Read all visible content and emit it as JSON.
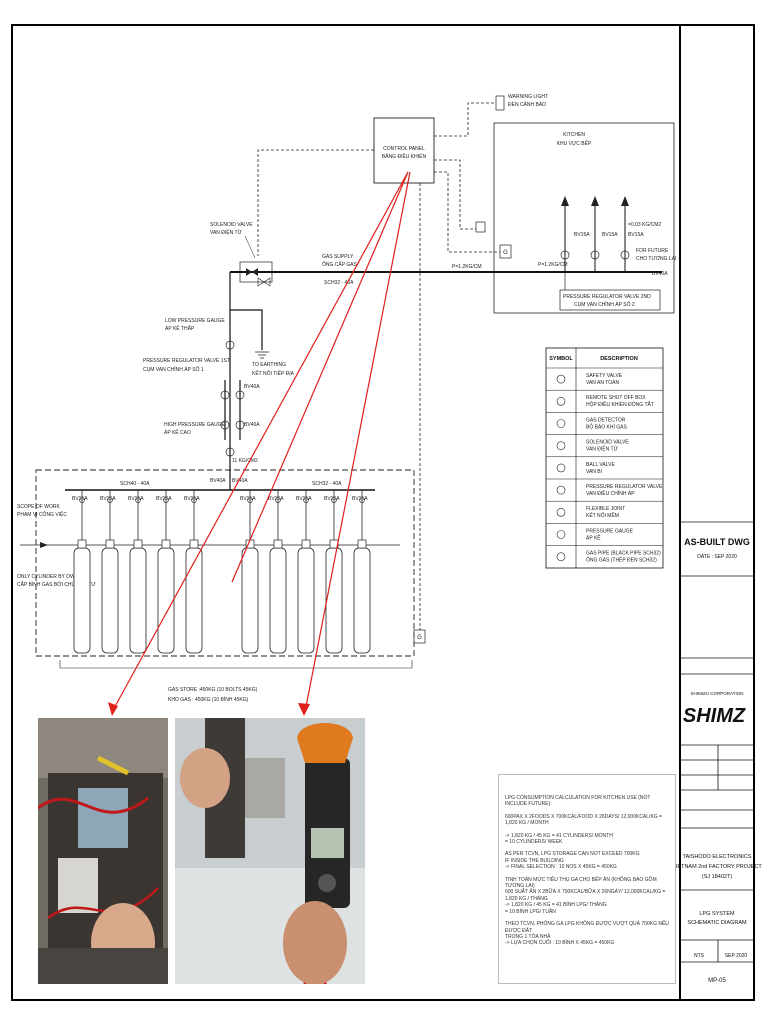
{
  "title_block": {
    "as_built": "AS-BUILT DWG",
    "date": "DATE : SEP 2020",
    "company_top": "SHIMIZU CORPORATION",
    "logo": "SHIMZ",
    "project_line1": "TAISHODO ELECTRONICS",
    "project_line2": "VIETNAM 2nd FACTORY PROJECT",
    "project_line3": "(SJ 18402T)",
    "drawing_title1": "LPG SYSTEM",
    "drawing_title2": "SCHEMATIC DIAGRAM",
    "scale": "NTS",
    "drawing_date": "SEP 2020",
    "drawing_no": "MP-05"
  },
  "labels": {
    "warning_light": "WARNING LIGHT",
    "warning_light_vn": "ĐÈN CẢNH BÁO",
    "control_panel": "CONTROL PANEL",
    "control_panel_vn": "BẢNG ĐIỀU KHIỂN",
    "kitchen": "KITCHEN",
    "kitchen_vn": "KHU VỰC BẾP",
    "solenoid_valve": "SOLENOID VALVE",
    "solenoid_valve_vn": "VAN ĐIỆN TỪ",
    "gas_supply": "GAS SUPPLY",
    "gas_supply_vn": "ỐNG CẤP GAS",
    "sch32": "SCH32 - 40A",
    "pressure_low": "P=1.2KG/CM",
    "pressure_low2": "P=1.2KG/CM",
    "pressure_kitchen": "=0.03 KG/CM2",
    "for_future": "FOR FUTURE",
    "for_future_vn": "CHO TƯƠNG LAI",
    "bv40a": "BV40A",
    "bv15a": "BV15A",
    "reg2": "PRESSURE REGULATOR VALVE 2ND",
    "reg2_vn": "CỤM VAN CHỈNH ÁP SỐ 2",
    "low_gauge": "LOW PRESSURE GAUGE",
    "low_gauge_vn": "ÁP KẾ THẤP",
    "earthing": "TO EARTHING",
    "earthing_vn": "KẾT NỐI TIẾP ĐỊA",
    "reg1": "PRESSURE REGULATOR VALVE 1ST",
    "reg1_vn": "CỤM VAN CHỈNH ÁP SỐ 1",
    "high_gauge": "HIGH PRESSURE GAUGE",
    "high_gauge_vn": "ÁP KẾ CAO",
    "pressure_high": "11 KG/CM2",
    "sch40": "SCH40 - 40A",
    "sch32b": "SCH32 - 40A",
    "scope": "SCOPE OF WORK",
    "scope_vn": "PHẠM VI CÔNG VIỆC",
    "cylinder_owner": "ONLY CYLINDER BY OWNER",
    "cylinder_owner_vn": "CẤP BÌNH GAS BỞI CHỦ ĐẦU TƯ",
    "gas_store": "GAS STORE :450KG (10 BOLTS 45KG)",
    "gas_store_vn": "KHO GAS : 450KG (10 BÌNH 45KG)"
  },
  "legend": {
    "symbol_header": "SYMBOL",
    "desc_header": "DESCRIPTION",
    "rows": [
      {
        "en": "SAFETY VALVE",
        "vn": "VAN AN TOÀN"
      },
      {
        "en": "REMOTE SHUT OFF BOX",
        "vn": "HỘP ĐIỀU KHIỂN ĐÓNG TẮT"
      },
      {
        "en": "GAS DETECTOR",
        "vn": "BỘ BÁO KHÍ GAS"
      },
      {
        "en": "SOLENOID VALVE",
        "vn": "VAN ĐIỆN TỪ"
      },
      {
        "en": "BALL VALVE",
        "vn": "VAN BI"
      },
      {
        "en": "PRESSURE REGULATOR VALVE",
        "vn": "VAN ĐIỀU CHỈNH ÁP"
      },
      {
        "en": "FLEXIBLE JOINT",
        "vn": "KẾT NỐI MỀM"
      },
      {
        "en": "PRESSURE GAUGE",
        "vn": "ÁP KẾ"
      },
      {
        "en": "GAS PIPE (BLACK PIPE SCH32)",
        "vn": "ỐNG GAS (THÉP ĐEN SCH32)"
      }
    ]
  },
  "calc": {
    "title": "LPG CONSUMPTION CALCULATION FOR KITCHEN USE (NOT INCLUDE FUTURE):",
    "p1": "600PAX X 2FOODS X 700KCAL/FOOD X 26DAYS/ 12,000KCAL/KG = 1,820 KG / MONTH",
    "p2": "-> 1,820 KG / 45 KG = 41 CYLINDERS/ MONTH\n= 10 CYLINDERS/ WEEK",
    "p3": "AS PER TCVN, LPG STORAGE CAN NOT EXCEED 700KG\nIF INSIDE THE BUILDING\n-> FINAL SELECTION : 10 NOS X 45KG = 450KG",
    "p4": "TÍNH TOÁN MỨC TIÊU THỤ GA CHO BẾP ĂN (KHÔNG BAO GỒM TƯƠNG LAI)\n600 SUẤT ĂN X 2BỮA X 700KCAL/BỮA X 26NGÀY/ 12,000KCAL/KG = 1,820 KG / THÁNG\n-> 1,820 KG / 45 KG = 41 BÌNH LPG/ THÁNG\n= 10 BÌNH LPG/ TUẦN",
    "p5": "THEO TCVN, PHÒNG GA LPG KHÔNG ĐƯỢC VƯỢT QUÁ 700KG NẾU ĐƯỢC ĐẶT\nTRONG 1 TÒA NHÀ\n-> LỰA CHỌN CUỐI : 10 BÌNH X 45KG = 450KG"
  },
  "colors": {
    "border": "#000000",
    "arrow": "#e0201b"
  }
}
